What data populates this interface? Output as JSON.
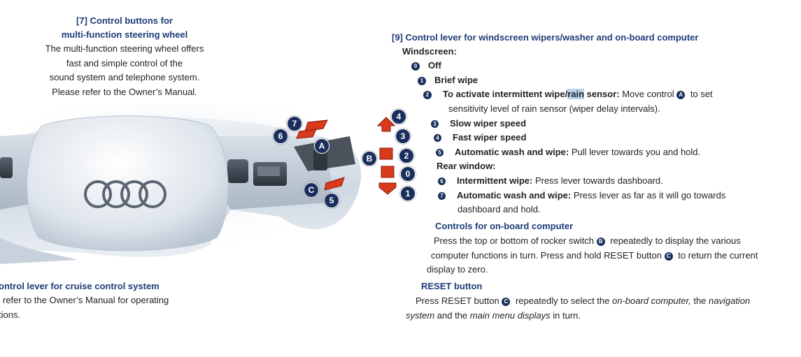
{
  "left": {
    "heading_line1": "[7] Control buttons for",
    "heading_line2": "multi-function steering wheel",
    "body_lines": [
      "The multi-function steering wheel offers",
      "fast and simple control of the",
      "sound system and telephone system.",
      "Please refer to the Owner’s Manual."
    ],
    "cruise_heading": "ontrol lever for cruise control system",
    "cruise_lines": [
      "refer to the Owner’s Manual for operating",
      "tions."
    ]
  },
  "figure": {
    "callouts": [
      "7",
      "6",
      "A",
      "B",
      "C",
      "5",
      "4",
      "3",
      "2",
      "0",
      "1"
    ]
  },
  "right": {
    "heading": "[9] Control lever for windscreen wipers/washer and on-board computer",
    "windscreen_label": "Windscreen:",
    "items": [
      {
        "num": "0",
        "bold": "Off",
        "text": ""
      },
      {
        "num": "1",
        "bold": "Brief wipe",
        "text": ""
      },
      {
        "num": "2",
        "bold_a": "To activate intermittent wipe/",
        "bold_hl": "rain",
        "bold_b": " sensor:",
        "text_a": " Move control ",
        "ref": "A",
        "text_b": " to set",
        "cont": "sensitivity level of rain sensor (wiper delay intervals)."
      },
      {
        "num": "3",
        "bold": "Slow wiper speed",
        "text": ""
      },
      {
        "num": "4",
        "bold": "Fast wiper speed",
        "text": ""
      },
      {
        "num": "5",
        "bold": "Automatic wash and wipe:",
        "text": " Pull lever towards you and hold."
      }
    ],
    "rear_label": "Rear window:",
    "rear_items": [
      {
        "num": "6",
        "bold": "Intermittent wipe:",
        "text": " Press lever towards dashboard."
      },
      {
        "num": "7",
        "bold": "Automatic wash and wipe:",
        "text": " Press lever as far as it will go towards",
        "cont": "dashboard and hold."
      }
    ],
    "obc_heading": "Controls for on-board computer",
    "obc_line1_a": "Press the top or bottom of rocker switch ",
    "obc_line1_ref": "B",
    "obc_line1_b": " repeatedly to display the various",
    "obc_line2_a": "computer functions in turn. Press and hold RESET button ",
    "obc_line2_ref": "C",
    "obc_line2_b": " to return the current",
    "obc_line3": "display to zero.",
    "reset_heading": "RESET button",
    "reset_line1_a": "Press RESET button ",
    "reset_line1_ref": "C",
    "reset_line1_b": " repeatedly to select the ",
    "reset_line1_i": "on-board computer,",
    "reset_line1_c": " the ",
    "reset_line1_i2": "navigation",
    "reset_line2_i": "system",
    "reset_line2_a": " and the ",
    "reset_line2_i2": "main menu displays",
    "reset_line2_b": " in turn."
  },
  "colors": {
    "heading_blue": "#1e3c78",
    "badge_navy": "#1a2f5c",
    "arrow_red": "#d93a1c",
    "highlight": "#b9d3ec"
  }
}
